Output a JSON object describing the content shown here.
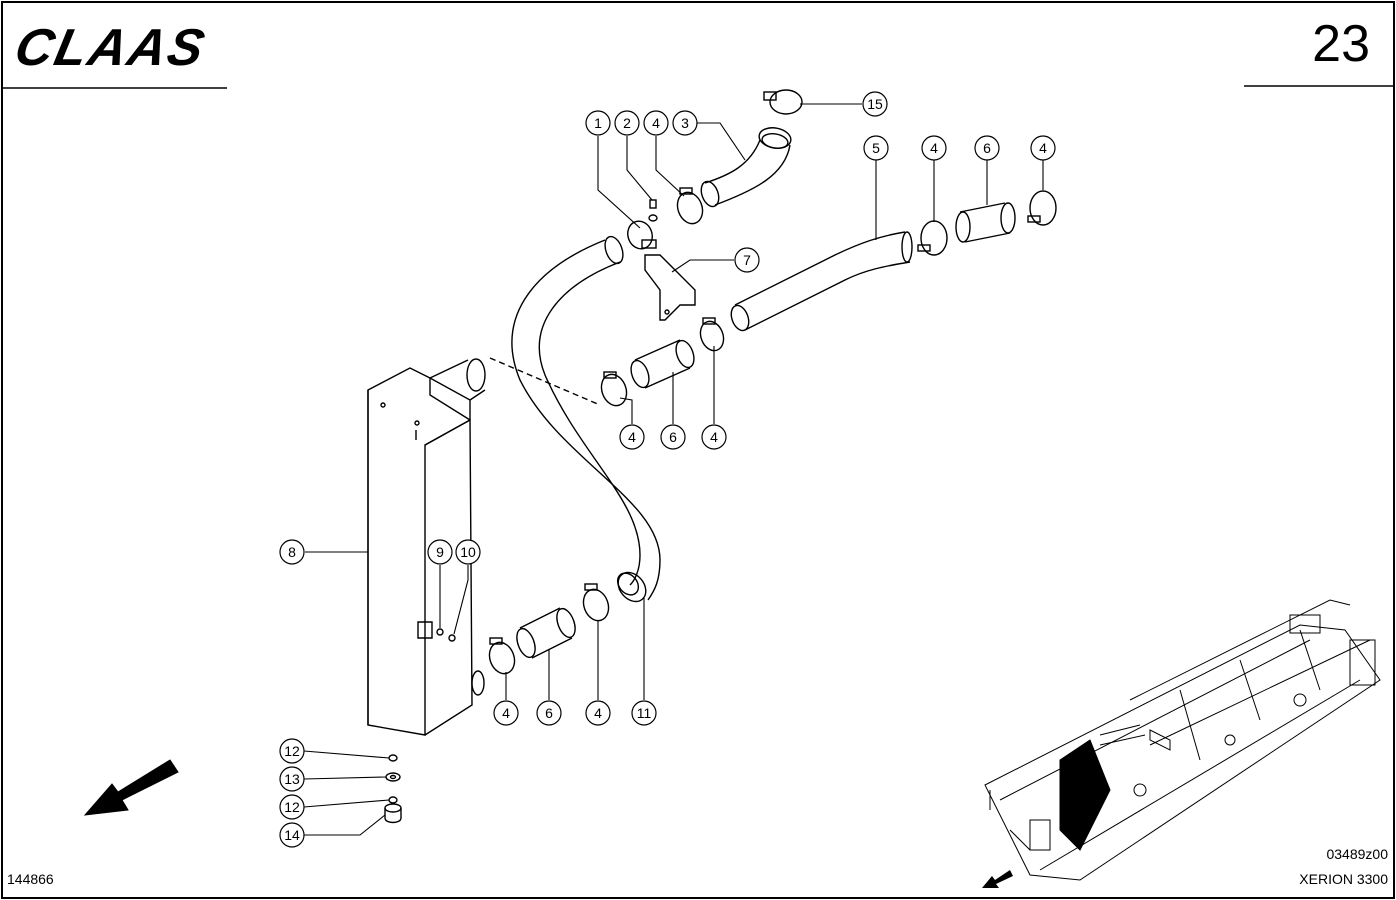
{
  "header": {
    "logo_text": "CLAAS",
    "page_number": "23"
  },
  "footer": {
    "document_number": "144866",
    "image_code": "03489z00",
    "model": "XERION 3300"
  },
  "callouts": [
    "1",
    "2",
    "4",
    "3",
    "15",
    "5",
    "4",
    "6",
    "4",
    "7",
    "4",
    "6",
    "4",
    "8",
    "9",
    "10",
    "4",
    "6",
    "4",
    "11",
    "12",
    "13",
    "12",
    "14"
  ],
  "icons": [
    "direction-arrow-icon",
    "machine-overview-icon",
    "orientation-arrow-icon"
  ]
}
